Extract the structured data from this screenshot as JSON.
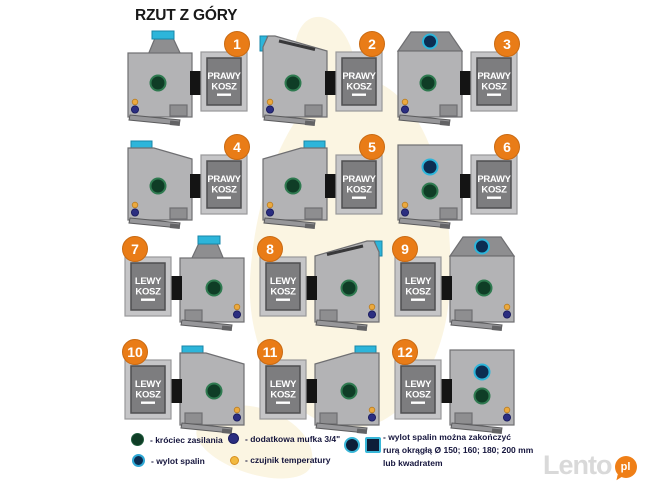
{
  "title": "RZUT Z GÓRY",
  "colors": {
    "body": "#b3b3b5",
    "edge": "#6f6f72",
    "top_dark": "#8e8e90",
    "cyan": "#2db5da",
    "cyan_edge": "#1786a8",
    "green": "#0f3d26",
    "green_ring": "#2f7a50",
    "blue": "#0c2d52",
    "navy_dot": "#2b2e80",
    "orange_dot": "#eba93f",
    "kosz_outer": "#c5c5c7",
    "kosz_inner": "#7d7d7f",
    "connector": "#141414",
    "badge": "#e97c17",
    "handle": "#97979a",
    "legend_text": "#15153d",
    "watermark_orange": "#ef7f17"
  },
  "units": [
    {
      "number": "1",
      "label1": "PRAWY",
      "label2": "KOSZ",
      "side": "right",
      "variant": "A"
    },
    {
      "number": "2",
      "label1": "PRAWY",
      "label2": "KOSZ",
      "side": "right",
      "variant": "B"
    },
    {
      "number": "3",
      "label1": "PRAWY",
      "label2": "KOSZ",
      "side": "right",
      "variant": "C"
    },
    {
      "number": "4",
      "label1": "PRAWY",
      "label2": "KOSZ",
      "side": "right",
      "variant": "D"
    },
    {
      "number": "5",
      "label1": "PRAWY",
      "label2": "KOSZ",
      "side": "right",
      "variant": "E"
    },
    {
      "number": "6",
      "label1": "PRAWY",
      "label2": "KOSZ",
      "side": "right",
      "variant": "F"
    },
    {
      "number": "7",
      "label1": "LEWY",
      "label2": "KOSZ",
      "side": "left",
      "variant": "A"
    },
    {
      "number": "8",
      "label1": "LEWY",
      "label2": "KOSZ",
      "side": "left",
      "variant": "B"
    },
    {
      "number": "9",
      "label1": "LEWY",
      "label2": "KOSZ",
      "side": "left",
      "variant": "C"
    },
    {
      "number": "10",
      "label1": "LEWY",
      "label2": "KOSZ",
      "side": "left",
      "variant": "E"
    },
    {
      "number": "11",
      "label1": "LEWY",
      "label2": "KOSZ",
      "side": "left",
      "variant": "D"
    },
    {
      "number": "12",
      "label1": "LEWY",
      "label2": "KOSZ",
      "side": "left",
      "variant": "F"
    }
  ],
  "legend": {
    "items": [
      {
        "icon": "green-circle-icon",
        "label": "- króciec zasilania"
      },
      {
        "icon": "blue-circle-icon",
        "label": "- wylot spalin"
      },
      {
        "icon": "navy-dot-icon",
        "label": "- dodatkowa mufka 3/4\""
      },
      {
        "icon": "orange-dot-icon",
        "label": "- czujnik temperatury"
      }
    ],
    "note": {
      "lines": [
        "- wylot spalin można zakończyć",
        "rurą okrągłą Ø 150; 160; 180; 200 mm",
        "lub kwadratem"
      ]
    }
  },
  "watermark": {
    "brand": "Lento",
    "suffix": "pl"
  }
}
